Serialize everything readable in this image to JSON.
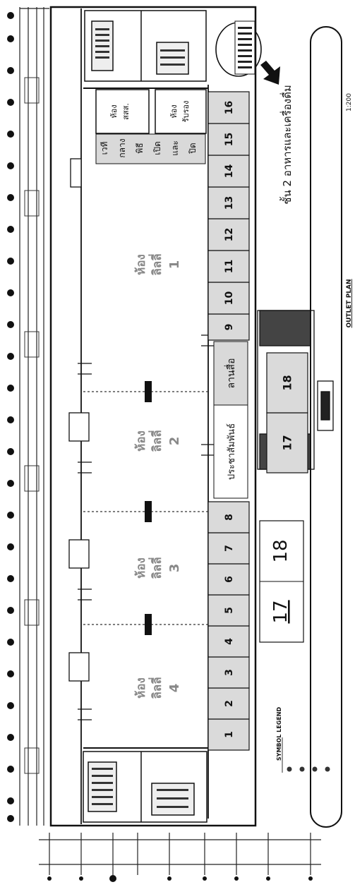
{
  "rooms": {
    "room1": {
      "name": "ห้อง",
      "sub": "ลิลลี่",
      "num": "1"
    },
    "room2": {
      "name": "ห้อง",
      "sub": "ลิลลี่",
      "num": "2"
    },
    "room3": {
      "name": "ห้อง",
      "sub": "ลิลลี่",
      "num": "3"
    },
    "room4": {
      "name": "ห้อง",
      "sub": "ลิลลี่",
      "num": "4"
    }
  },
  "stage": {
    "lines": [
      "เวที",
      "กลาง",
      "พิธี",
      "เปิด",
      "และ",
      "ปิด"
    ]
  },
  "small_rooms": {
    "office": [
      "ห้อง",
      "สสส."
    ],
    "reception": [
      "ห้อง",
      "รับรอง"
    ]
  },
  "booths_upper": [
    "9",
    "10",
    "11",
    "12",
    "13",
    "14",
    "15",
    "16"
  ],
  "booths_lower": [
    "1",
    "2",
    "3",
    "4",
    "5",
    "6",
    "7",
    "8"
  ],
  "booths_outer": [
    "17",
    "18"
  ],
  "booths_outline": [
    "17",
    "18"
  ],
  "labels": {
    "press": "ลานสื่อ",
    "pr": "ประชาสัมพันธ์",
    "floor_caption": "ชั้น 2 อาหารและเครื่องดื่ม",
    "outlet_plan": "OUTLET PLAN",
    "scale": "1:200",
    "legend_title": "SYMBOL LEGEND"
  }
}
